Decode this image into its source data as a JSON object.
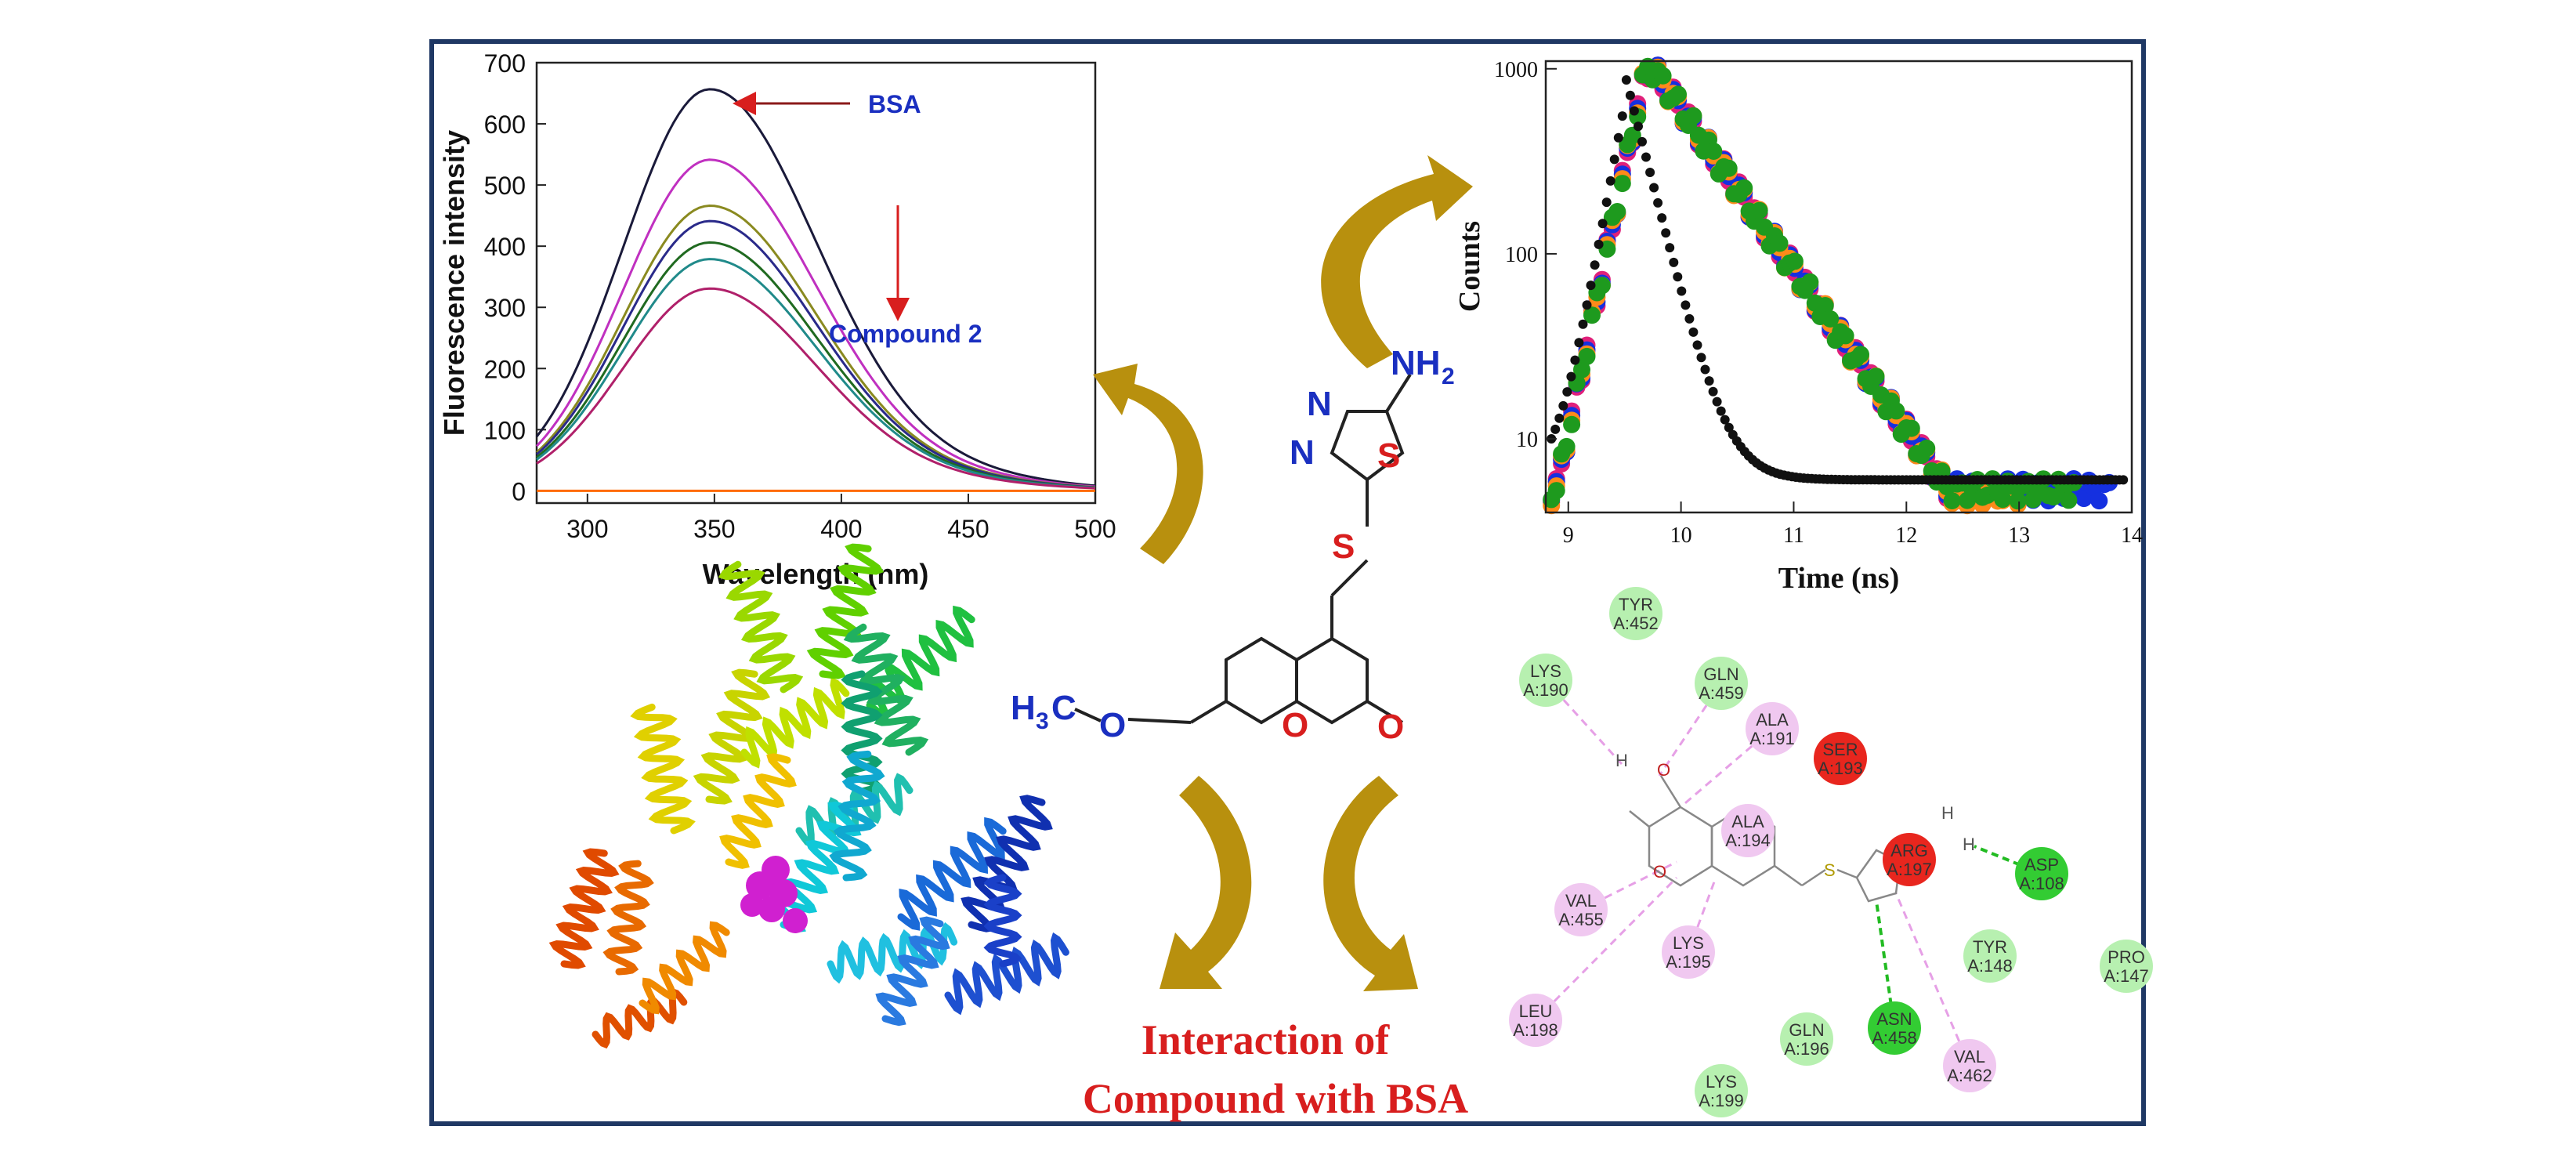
{
  "colors": {
    "frame": "#1f3864",
    "arrow_gold": "#b8900e",
    "blue_label": "#1a2fc0",
    "red_label": "#d81e1e",
    "ring_red": "#e02020",
    "residue_green": "#b7f0b0",
    "residue_dark_green": "#33cc33",
    "residue_pink": "#f0c8f0",
    "residue_red": "#e8261e"
  },
  "caption": {
    "line1": "Interaction of",
    "line2": "Compound with BSA"
  },
  "molecule": {
    "nh2_N": "NH",
    "nh2_sub": "2",
    "ring_N1": "N",
    "ring_N2": "N",
    "ring_S": "S",
    "linker_S": "S",
    "methoxy_H": "H",
    "methoxy_sub": "3",
    "methoxy_C": "C",
    "methoxy_O": "O",
    "ring_O": "O",
    "carbonyl_O": "O"
  },
  "chart_data": [
    {
      "type": "line",
      "title": "",
      "xlabel": "Wavelength (nm)",
      "ylabel": "Fluorescence intensity",
      "xlim": [
        280,
        500
      ],
      "ylim": [
        -20,
        700
      ],
      "xticks": [
        300,
        350,
        400,
        450,
        500
      ],
      "yticks": [
        0,
        100,
        200,
        300,
        400,
        500,
        600,
        700
      ],
      "grid": false,
      "annotations": [
        {
          "text": "BSA",
          "points_to": "top curve"
        },
        {
          "text": "Compound 2",
          "meaning": "arrow down: increasing compound quenches emission"
        }
      ],
      "series": [
        {
          "peak_x": 348,
          "peak": 655,
          "color": "#1a1a3a"
        },
        {
          "peak_x": 348,
          "peak": 540,
          "color": "#c030c0"
        },
        {
          "peak_x": 348,
          "peak": 465,
          "color": "#8a8a20"
        },
        {
          "peak_x": 348,
          "peak": 440,
          "color": "#2a2a8a"
        },
        {
          "peak_x": 348,
          "peak": 405,
          "color": "#206a20"
        },
        {
          "peak_x": 348,
          "peak": 378,
          "color": "#208a8a"
        },
        {
          "peak_x": 348,
          "peak": 330,
          "color": "#b0206a"
        },
        {
          "peak_x": 348,
          "peak": 0,
          "color": "#ff6a00"
        }
      ]
    },
    {
      "type": "scatter",
      "title": "",
      "xlabel": "Time (ns)",
      "ylabel": "Counts",
      "xlim": [
        8.8,
        14
      ],
      "ylim": [
        4,
        1100
      ],
      "yscale": "log",
      "xticks": [
        9,
        10,
        11,
        12,
        13,
        14
      ],
      "yticks": [
        10,
        100,
        1000
      ],
      "yticklabels": [
        "10",
        "100",
        "1000"
      ],
      "grid": false,
      "series": [
        {
          "color": "#111111",
          "description": "instrument response: peak ~950 at 9.5 ns, fast decay to baseline ~6"
        },
        {
          "color": "#e0207a",
          "decay_end_time": 12.8
        },
        {
          "color": "#1530e0",
          "decay_end_time": 13.8
        },
        {
          "color": "#ff8a1a",
          "decay_end_time": 13.0
        },
        {
          "color": "#1e9a1e",
          "decay_end_time": 13.5
        }
      ]
    }
  ],
  "residues": [
    {
      "name": "TYR",
      "id": "A:452",
      "kind": "green"
    },
    {
      "name": "LYS",
      "id": "A:190",
      "kind": "green"
    },
    {
      "name": "GLN",
      "id": "A:459",
      "kind": "green"
    },
    {
      "name": "ALA",
      "id": "A:191",
      "kind": "pink"
    },
    {
      "name": "SER",
      "id": "A:193",
      "kind": "red"
    },
    {
      "name": "ALA",
      "id": "A:194",
      "kind": "pink"
    },
    {
      "name": "ARG",
      "id": "A:197",
      "kind": "red"
    },
    {
      "name": "ASP",
      "id": "A:108",
      "kind": "dark-green"
    },
    {
      "name": "VAL",
      "id": "A:455",
      "kind": "pink"
    },
    {
      "name": "LYS",
      "id": "A:195",
      "kind": "pink"
    },
    {
      "name": "TYR",
      "id": "A:148",
      "kind": "green"
    },
    {
      "name": "PRO",
      "id": "A:147",
      "kind": "green"
    },
    {
      "name": "LEU",
      "id": "A:198",
      "kind": "pink"
    },
    {
      "name": "GLN",
      "id": "A:196",
      "kind": "green"
    },
    {
      "name": "ASN",
      "id": "A:458",
      "kind": "dark-green"
    },
    {
      "name": "VAL",
      "id": "A:462",
      "kind": "pink"
    },
    {
      "name": "LYS",
      "id": "A:199",
      "kind": "green"
    }
  ],
  "ligand_atoms": {
    "h": "H",
    "o": "O",
    "s": "S",
    "n": "N"
  }
}
